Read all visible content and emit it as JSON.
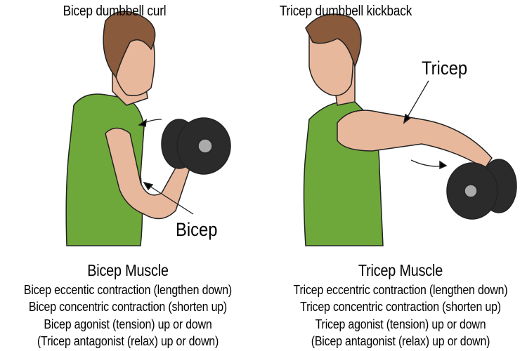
{
  "left": {
    "title": "Bicep dumbbell curl",
    "label": "Bicep",
    "heading": "Bicep Muscle",
    "lines": [
      "Bicep eccentic contraction (lengthen down)",
      "Bicep concentric contraction (shorten up)",
      "Bicep agonist (tension) up or down",
      "(Tricep antagonist (relax) up or down)"
    ]
  },
  "right": {
    "title": "Tricep dumbbell kickback",
    "label": "Tricep",
    "heading": "Tricep Muscle",
    "lines": [
      "Tricep eccentric contraction (lengthen down)",
      "Tricep concentric contraction (shorten up)",
      "Tricep agonist (tension) up or down",
      "(Bicep antagonist (relax) up or down)"
    ]
  },
  "colors": {
    "shirt": "#6fa83a",
    "skin": "#e8b89c",
    "hair": "#8a5a3c",
    "dumbbell": "#2b2b2b"
  }
}
